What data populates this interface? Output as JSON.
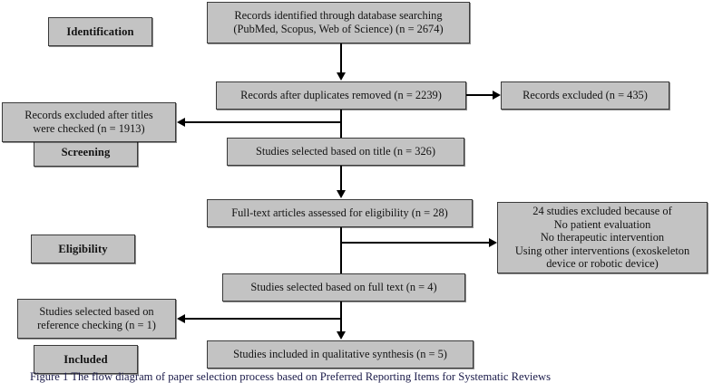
{
  "figure": {
    "type": "prisma-flow-diagram",
    "caption": "Figure 1 The flow diagram of paper selection process based on Preferred Reporting Items for Systematic Reviews"
  },
  "colors": {
    "box_fill": "#c3c3c3",
    "box_border": "#3a3a3a",
    "connector": "#000000",
    "text": "#131313",
    "caption_text": "#1b1b4a",
    "background": "#ffffff"
  },
  "stages": [
    {
      "id": "identification",
      "label": "Identification"
    },
    {
      "id": "screening",
      "label": "Screening"
    },
    {
      "id": "eligibility",
      "label": "Eligibility"
    },
    {
      "id": "included",
      "label": "Included"
    }
  ],
  "nodes": [
    {
      "id": "records-identified",
      "text": "Records identified through database searching\n(PubMed, Scopus, Web of Science) (n = 2674)",
      "n": 2674
    },
    {
      "id": "records-after-duplicates",
      "text": "Records after duplicates removed (n = 2239)",
      "n": 2239
    },
    {
      "id": "records-excluded",
      "text": "Records excluded (n = 435)",
      "n": 435
    },
    {
      "id": "records-excluded-titles",
      "text": "Records excluded after titles\nwere checked (n = 1913)",
      "n": 1913
    },
    {
      "id": "studies-by-title",
      "text": "Studies selected based on title (n = 326)",
      "n": 326
    },
    {
      "id": "fulltext-assessed",
      "text": "Full-text articles assessed for eligibility (n = 28)",
      "n": 28
    },
    {
      "id": "studies-excluded-reasons",
      "text": "24 studies excluded because of\nNo patient evaluation\nNo therapeutic intervention\nUsing other interventions (exoskeleton\ndevice or robotic device)",
      "n": 24
    },
    {
      "id": "studies-by-fulltext",
      "text": "Studies selected based on full text (n = 4)",
      "n": 4
    },
    {
      "id": "studies-reference-checking",
      "text": "Studies selected based on\nreference checking (n = 1)",
      "n": 1
    },
    {
      "id": "studies-included",
      "text": "Studies included in qualitative synthesis (n = 5)",
      "n": 5
    }
  ],
  "connectors": [
    {
      "id": "identified-to-duplicates",
      "from": "records-identified",
      "to": "records-after-duplicates",
      "direction": "down"
    },
    {
      "id": "duplicates-to-excluded",
      "from": "records-after-duplicates",
      "to": "records-excluded",
      "direction": "right"
    },
    {
      "id": "duplicates-to-title",
      "from": "records-after-duplicates",
      "to": "studies-by-title",
      "direction": "down"
    },
    {
      "id": "title-to-excluded-titles",
      "from": "records-after-duplicates",
      "to": "records-excluded-titles",
      "direction": "left"
    },
    {
      "id": "title-to-fulltext",
      "from": "studies-by-title",
      "to": "fulltext-assessed",
      "direction": "down"
    },
    {
      "id": "fulltext-to-excluded-reasons",
      "from": "fulltext-assessed",
      "to": "studies-excluded-reasons",
      "direction": "right"
    },
    {
      "id": "fulltext-to-fulltext-selected",
      "from": "fulltext-assessed",
      "to": "studies-by-fulltext",
      "direction": "down"
    },
    {
      "id": "fulltext-to-reference-checking",
      "from": "studies-by-fulltext",
      "to": "studies-reference-checking",
      "direction": "left"
    },
    {
      "id": "fulltext-to-included",
      "from": "studies-by-fulltext",
      "to": "studies-included",
      "direction": "down"
    }
  ]
}
